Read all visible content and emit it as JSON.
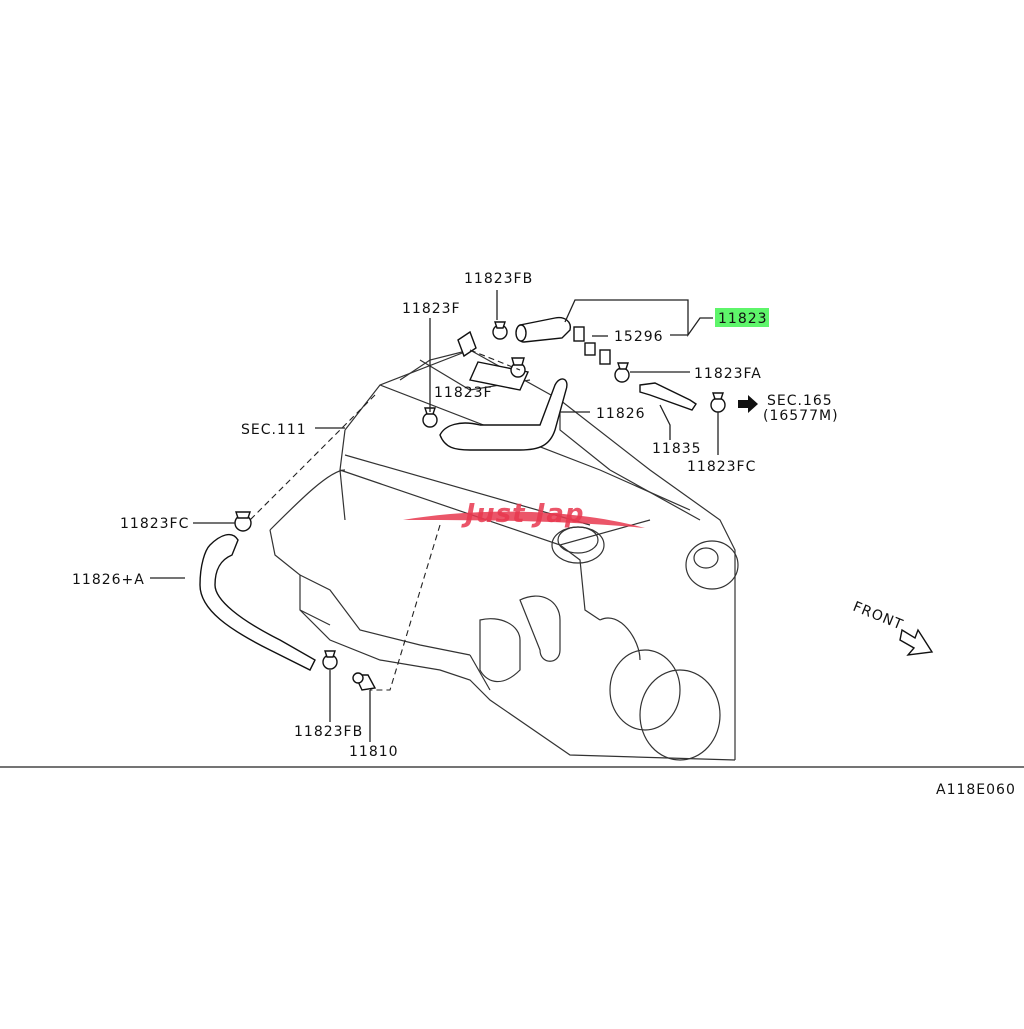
{
  "labels": {
    "p11823FB_top": "11823FB",
    "p11823": "11823",
    "p11823F_a": "11823F",
    "p15296": "15296",
    "p11823FA": "11823FA",
    "p11823F_b": "11823F",
    "p11826": "11826",
    "sec111": "SEC.111",
    "sec165": "SEC.165",
    "p16577M": "(16577M)",
    "p11835": "11835",
    "p11823FC_right": "11823FC",
    "p11823FC_left": "11823FC",
    "p11826A": "11826+A",
    "front": "FRONT",
    "p11823FB_bottom": "11823FB",
    "p11810": "11810",
    "diagram_code": "A118E060",
    "watermark": "Just Jap"
  },
  "colors": {
    "highlight": "#5ef56a",
    "watermark": "#e8384f",
    "line": "#222222"
  }
}
